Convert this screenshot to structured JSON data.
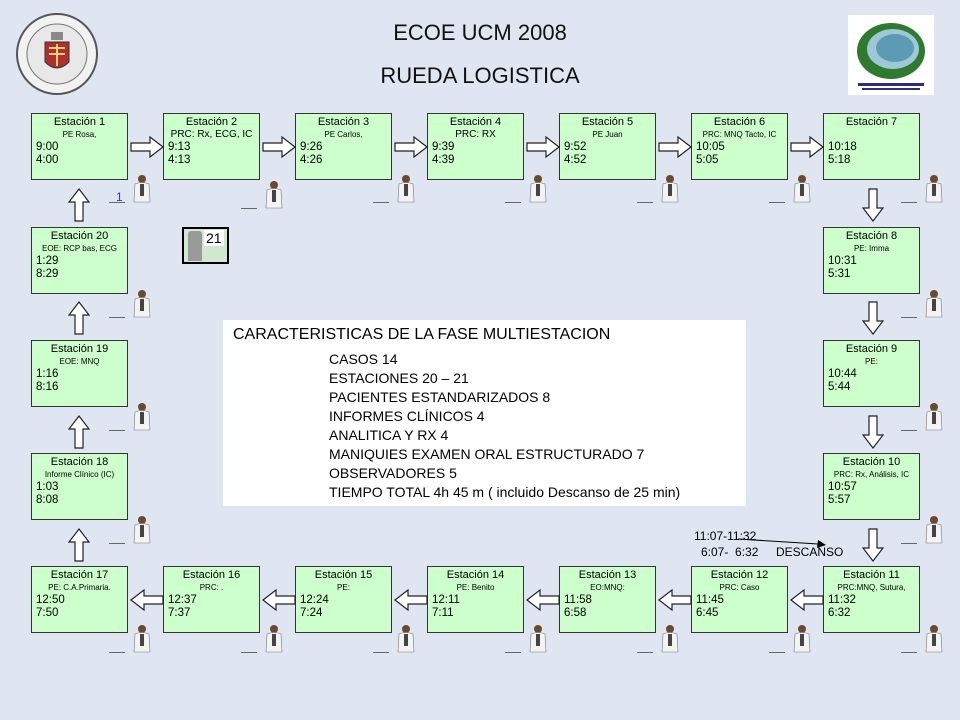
{
  "header": {
    "title": "ECOE UCM 2008",
    "subtitle": "RUEDA LOGISTICA"
  },
  "stations": [
    {
      "name": "Estación 1",
      "desc": "PE Rosa,",
      "t1": "9:00",
      "t2": "4:00"
    },
    {
      "name": "Estación 2",
      "desc": "PRC: Rx, ECG, IC",
      "t1": "9:13",
      "t2": "4:13"
    },
    {
      "name": "Estación 3",
      "desc": "PE Carlos,",
      "t1": "9:26",
      "t2": "4:26"
    },
    {
      "name": "Estación 4",
      "desc": "PRC: RX",
      "t1": "9:39",
      "t2": "4:39"
    },
    {
      "name": "Estación 5",
      "desc": "PE Juan",
      "t1": "9:52",
      "t2": "4:52"
    },
    {
      "name": "Estación 6",
      "desc": "PRC: MNQ Tacto, IC",
      "t1": "10:05",
      "t2": "5:05"
    },
    {
      "name": "Estación 7",
      "desc": "",
      "t1": "10:18",
      "t2": "5:18"
    },
    {
      "name": "Estación 8",
      "desc": "PE: Imma",
      "t1": "10:31",
      "t2": "5:31"
    },
    {
      "name": "Estación 9",
      "desc": "PE:",
      "t1": "10:44",
      "t2": "5:44"
    },
    {
      "name": "Estación 10",
      "desc": "PRC: Rx, Análisis, IC",
      "t1": "10:57",
      "t2": "5:57"
    },
    {
      "name": "Estación 11",
      "desc": "PRC:MNQ, Sutura,",
      "t1": "11:32",
      "t2": "6:32"
    },
    {
      "name": "Estación 12",
      "desc": "PRC: Caso",
      "t1": "11:45",
      "t2": "6:45"
    },
    {
      "name": "Estación 13",
      "desc": "EO:MNQ:",
      "t1": "11:58",
      "t2": "6:58"
    },
    {
      "name": "Estación 14",
      "desc": "PE: Benito",
      "t1": "12:11",
      "t2": "7:11"
    },
    {
      "name": "Estación 15",
      "desc": "PE:",
      "t1": "12:24",
      "t2": "7:24"
    },
    {
      "name": "Estación 16",
      "desc": "PRC: .",
      "t1": "12:37",
      "t2": "7:37"
    },
    {
      "name": "Estación 17",
      "desc": "PE: C.A.Primaria.",
      "t1": "12:50",
      "t2": "7:50"
    },
    {
      "name": "Estación 18",
      "desc": "Informe Clínico (IC)",
      "t1": "1:03",
      "t2": "8:08"
    },
    {
      "name": "Estación 19",
      "desc": "EOE: MNQ",
      "t1": "1:16",
      "t2": "8:16"
    },
    {
      "name": "Estación 20",
      "desc": "EOE: RCP bas, ECG",
      "t1": "1:29",
      "t2": "8:29"
    }
  ],
  "start_marker": "1",
  "extra_station_label": "21",
  "rest": {
    "time1": "11:07-11:32",
    "time2": "6:07-  6:32",
    "label": "DESCANSO"
  },
  "features": {
    "heading": "CARACTERISTICAS DE LA FASE MULTIESTACION",
    "items": [
      "CASOS   14",
      "ESTACIONES 20 – 21",
      "PACIENTES ESTANDARIZADOS  8",
      "INFORMES CLÍNICOS   4",
      "ANALITICA Y RX   4",
      "MANIQUIES EXAMEN ORAL ESTRUCTURADO  7",
      "OBSERVADORES   5",
      "TIEMPO TOTAL  4h 45 m ( incluido Descanso de 25 min)"
    ]
  },
  "colors": {
    "background": "#dfe5f1",
    "station_fill": "#ccffcc"
  },
  "logos": {
    "left": "UCM crest",
    "right": "Conferencia Nacional de Decanos de Facultades de Medicina logo"
  }
}
